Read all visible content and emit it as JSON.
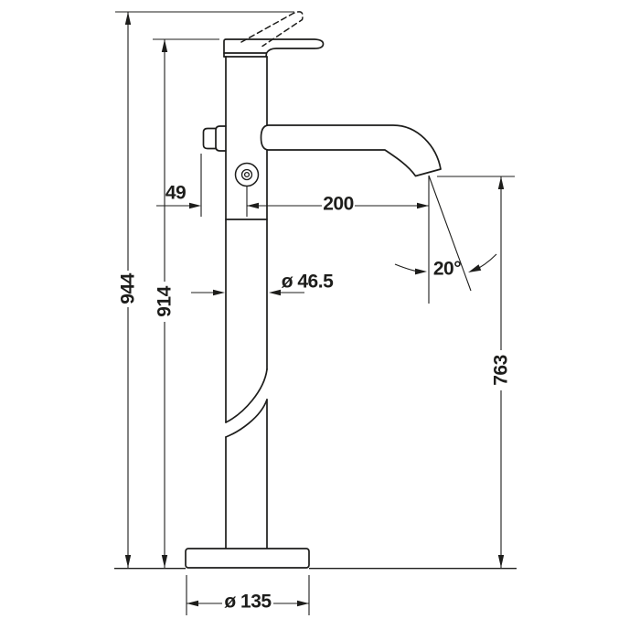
{
  "labels": {
    "overall_height": "944",
    "lever_height": "914",
    "handle_offset": "49",
    "spout_reach": "200",
    "column_diameter": "ø 46.5",
    "spout_angle": "20°",
    "outlet_height": "763",
    "base_diameter": "ø 135"
  },
  "colors": {
    "line": "#1d1d1b",
    "background": "#ffffff"
  }
}
